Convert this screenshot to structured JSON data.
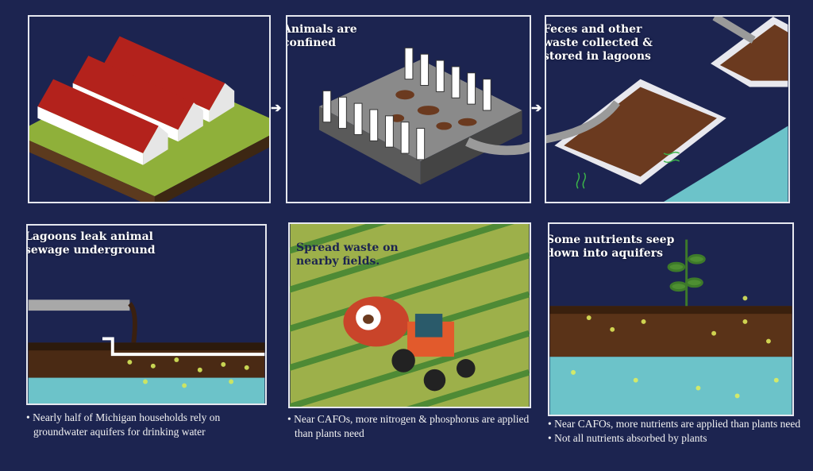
{
  "panels": {
    "barns": {
      "title": ""
    },
    "confined": {
      "title": "Animals are confined"
    },
    "lagoons": {
      "title": "Feces and other waste collected & stored in lagoons"
    },
    "leak": {
      "title": "Lagoons leak animal sewage underground",
      "bullets": [
        "Nearly half of Michigan households rely on groundwater aquifers for drinking water"
      ]
    },
    "spread": {
      "title": "Spread waste on nearby fields.",
      "bullets": [
        "Near CAFOs, more nitrogen & phosphorus are applied than plants need"
      ]
    },
    "seep": {
      "title": "Some nutrients seep down into aquifers",
      "bullets": [
        "Near CAFOs, more nutrients are applied than plants need",
        "Not all nutrients absorbed by plants"
      ]
    }
  },
  "arrows": {
    "a1": "➔",
    "a2": "➔"
  },
  "colors": {
    "background": "#1c2450",
    "barn_roof": "#b3221c",
    "grass": "#8fb03a",
    "manure": "#6b3a1f",
    "water": "#6cc3c9"
  }
}
